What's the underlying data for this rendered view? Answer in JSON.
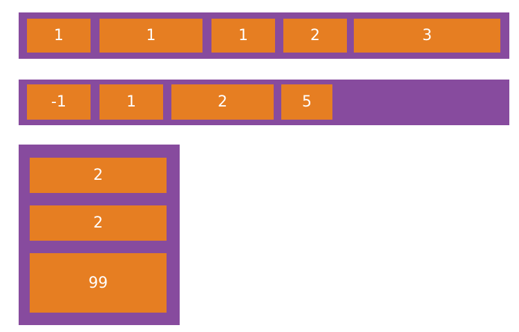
{
  "colors": {
    "container": "#874b9e",
    "item": "#e67e22",
    "text": "#ffffff"
  },
  "row1": {
    "items": [
      "1",
      "1",
      "1",
      "2",
      "3"
    ]
  },
  "row2": {
    "items": [
      "-1",
      "1",
      "2",
      "5"
    ]
  },
  "column": {
    "items": [
      "2",
      "2",
      "99"
    ]
  }
}
